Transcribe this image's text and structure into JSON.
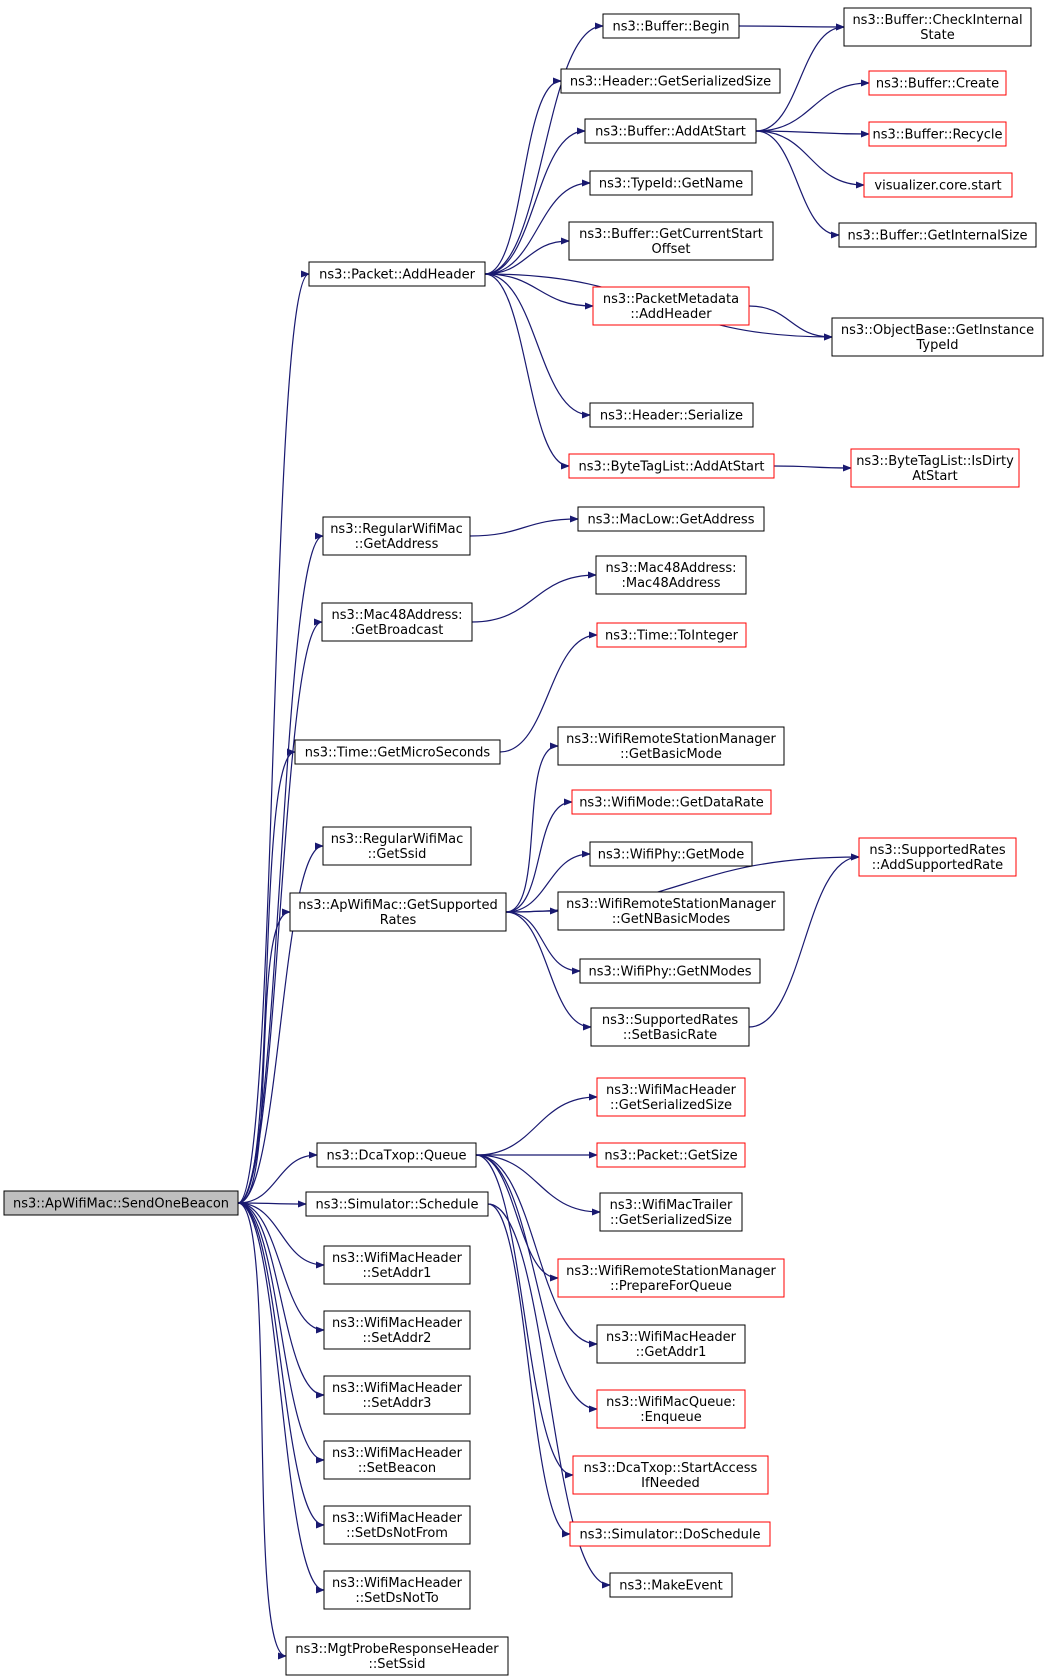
{
  "nodes": [
    {
      "id": "n0",
      "label": [
        "ns3::ApWifiMac::SendOneBeacon"
      ],
      "border": "black",
      "fill": "#bfbfbf"
    },
    {
      "id": "n1",
      "label": [
        "ns3::Packet::AddHeader"
      ],
      "border": "black"
    },
    {
      "id": "n2",
      "label": [
        "ns3::RegularWifiMac",
        "::GetAddress"
      ],
      "border": "black"
    },
    {
      "id": "n3",
      "label": [
        "ns3::Mac48Address:",
        ":GetBroadcast"
      ],
      "border": "black"
    },
    {
      "id": "n4",
      "label": [
        "ns3::Time::GetMicroSeconds"
      ],
      "border": "black"
    },
    {
      "id": "n5",
      "label": [
        "ns3::RegularWifiMac",
        "::GetSsid"
      ],
      "border": "black"
    },
    {
      "id": "n6",
      "label": [
        "ns3::ApWifiMac::GetSupported",
        "Rates"
      ],
      "border": "black"
    },
    {
      "id": "n7",
      "label": [
        "ns3::DcaTxop::Queue"
      ],
      "border": "black"
    },
    {
      "id": "n8",
      "label": [
        "ns3::Simulator::Schedule"
      ],
      "border": "black"
    },
    {
      "id": "n9",
      "label": [
        "ns3::WifiMacHeader",
        "::SetAddr1"
      ],
      "border": "black"
    },
    {
      "id": "n10",
      "label": [
        "ns3::WifiMacHeader",
        "::SetAddr2"
      ],
      "border": "black"
    },
    {
      "id": "n11",
      "label": [
        "ns3::WifiMacHeader",
        "::SetAddr3"
      ],
      "border": "black"
    },
    {
      "id": "n12",
      "label": [
        "ns3::WifiMacHeader",
        "::SetBeacon"
      ],
      "border": "black"
    },
    {
      "id": "n13",
      "label": [
        "ns3::WifiMacHeader",
        "::SetDsNotFrom"
      ],
      "border": "black"
    },
    {
      "id": "n14",
      "label": [
        "ns3::WifiMacHeader",
        "::SetDsNotTo"
      ],
      "border": "black"
    },
    {
      "id": "n15",
      "label": [
        "ns3::MgtProbeResponseHeader",
        "::SetSsid"
      ],
      "border": "black"
    },
    {
      "id": "m0",
      "label": [
        "ns3::Buffer::Begin"
      ],
      "border": "black"
    },
    {
      "id": "m1",
      "label": [
        "ns3::Header::GetSerializedSize"
      ],
      "border": "black"
    },
    {
      "id": "m2",
      "label": [
        "ns3::Buffer::AddAtStart"
      ],
      "border": "black"
    },
    {
      "id": "m3",
      "label": [
        "ns3::TypeId::GetName"
      ],
      "border": "black"
    },
    {
      "id": "m4",
      "label": [
        "ns3::Buffer::GetCurrentStart",
        "Offset"
      ],
      "border": "black"
    },
    {
      "id": "m5",
      "label": [
        "ns3::PacketMetadata",
        "::AddHeader"
      ],
      "border": "red"
    },
    {
      "id": "m6",
      "label": [
        "ns3::Header::Serialize"
      ],
      "border": "black"
    },
    {
      "id": "m7",
      "label": [
        "ns3::ByteTagList::AddAtStart"
      ],
      "border": "red"
    },
    {
      "id": "m8",
      "label": [
        "ns3::MacLow::GetAddress"
      ],
      "border": "black"
    },
    {
      "id": "m9",
      "label": [
        "ns3::Mac48Address:",
        ":Mac48Address"
      ],
      "border": "black"
    },
    {
      "id": "m10",
      "label": [
        "ns3::Time::ToInteger"
      ],
      "border": "red"
    },
    {
      "id": "m11",
      "label": [
        "ns3::WifiRemoteStationManager",
        "::GetBasicMode"
      ],
      "border": "black"
    },
    {
      "id": "m12",
      "label": [
        "ns3::WifiMode::GetDataRate"
      ],
      "border": "red"
    },
    {
      "id": "m13",
      "label": [
        "ns3::WifiPhy::GetMode"
      ],
      "border": "black"
    },
    {
      "id": "m14",
      "label": [
        "ns3::WifiRemoteStationManager",
        "::GetNBasicModes"
      ],
      "border": "black"
    },
    {
      "id": "m15",
      "label": [
        "ns3::WifiPhy::GetNModes"
      ],
      "border": "black"
    },
    {
      "id": "m16",
      "label": [
        "ns3::SupportedRates",
        "::SetBasicRate"
      ],
      "border": "black"
    },
    {
      "id": "m17",
      "label": [
        "ns3::WifiMacHeader",
        "::GetSerializedSize"
      ],
      "border": "red"
    },
    {
      "id": "m18",
      "label": [
        "ns3::Packet::GetSize"
      ],
      "border": "red"
    },
    {
      "id": "m19",
      "label": [
        "ns3::WifiMacTrailer",
        "::GetSerializedSize"
      ],
      "border": "black"
    },
    {
      "id": "m20",
      "label": [
        "ns3::WifiRemoteStationManager",
        "::PrepareForQueue"
      ],
      "border": "red"
    },
    {
      "id": "m21",
      "label": [
        "ns3::WifiMacHeader",
        "::GetAddr1"
      ],
      "border": "black"
    },
    {
      "id": "m22",
      "label": [
        "ns3::WifiMacQueue:",
        ":Enqueue"
      ],
      "border": "red"
    },
    {
      "id": "m23",
      "label": [
        "ns3::DcaTxop::StartAccess",
        "IfNeeded"
      ],
      "border": "red"
    },
    {
      "id": "m24",
      "label": [
        "ns3::Simulator::DoSchedule"
      ],
      "border": "red"
    },
    {
      "id": "m25",
      "label": [
        "ns3::MakeEvent"
      ],
      "border": "black"
    },
    {
      "id": "r0",
      "label": [
        "ns3::Buffer::CheckInternal",
        "State"
      ],
      "border": "black"
    },
    {
      "id": "r1",
      "label": [
        "ns3::Buffer::Create"
      ],
      "border": "red"
    },
    {
      "id": "r2",
      "label": [
        "ns3::Buffer::Recycle"
      ],
      "border": "red"
    },
    {
      "id": "r3",
      "label": [
        "visualizer.core.start"
      ],
      "border": "red"
    },
    {
      "id": "r4",
      "label": [
        "ns3::Buffer::GetInternalSize"
      ],
      "border": "black"
    },
    {
      "id": "r5",
      "label": [
        "ns3::ObjectBase::GetInstance",
        "TypeId"
      ],
      "border": "black"
    },
    {
      "id": "r6",
      "label": [
        "ns3::ByteTagList::IsDirty",
        "AtStart"
      ],
      "border": "red"
    },
    {
      "id": "r7",
      "label": [
        "ns3::SupportedRates",
        "::AddSupportedRate"
      ],
      "border": "red"
    }
  ],
  "edges": [
    [
      "n0",
      "n1"
    ],
    [
      "n0",
      "n2"
    ],
    [
      "n0",
      "n3"
    ],
    [
      "n0",
      "n4"
    ],
    [
      "n0",
      "n5"
    ],
    [
      "n0",
      "n6"
    ],
    [
      "n0",
      "n7"
    ],
    [
      "n0",
      "n8"
    ],
    [
      "n0",
      "n9"
    ],
    [
      "n0",
      "n10"
    ],
    [
      "n0",
      "n11"
    ],
    [
      "n0",
      "n12"
    ],
    [
      "n0",
      "n13"
    ],
    [
      "n0",
      "n14"
    ],
    [
      "n0",
      "n15"
    ],
    [
      "n1",
      "m0"
    ],
    [
      "n1",
      "m1"
    ],
    [
      "n1",
      "m2"
    ],
    [
      "n1",
      "m3"
    ],
    [
      "n1",
      "m4"
    ],
    [
      "n1",
      "m5"
    ],
    [
      "n1",
      "r5"
    ],
    [
      "n1",
      "m6"
    ],
    [
      "n1",
      "m7"
    ],
    [
      "m0",
      "r0"
    ],
    [
      "m2",
      "r0"
    ],
    [
      "m2",
      "r1"
    ],
    [
      "m2",
      "r2"
    ],
    [
      "m2",
      "r3"
    ],
    [
      "m2",
      "r4"
    ],
    [
      "m5",
      "r5"
    ],
    [
      "m7",
      "r6"
    ],
    [
      "n2",
      "m8"
    ],
    [
      "n3",
      "m9"
    ],
    [
      "n4",
      "m10"
    ],
    [
      "n6",
      "r7"
    ],
    [
      "n6",
      "m11"
    ],
    [
      "n6",
      "m12"
    ],
    [
      "n6",
      "m13"
    ],
    [
      "n6",
      "m14"
    ],
    [
      "n6",
      "m15"
    ],
    [
      "n6",
      "m16"
    ],
    [
      "m16",
      "r7"
    ],
    [
      "n7",
      "m17"
    ],
    [
      "n7",
      "m18"
    ],
    [
      "n7",
      "m19"
    ],
    [
      "n7",
      "m20"
    ],
    [
      "n7",
      "m21"
    ],
    [
      "n7",
      "m22"
    ],
    [
      "n7",
      "m23"
    ],
    [
      "n8",
      "m24"
    ],
    [
      "n8",
      "m25"
    ]
  ],
  "colors": {
    "edge": "#191970",
    "black_border": "#000000",
    "red_border": "#ff0000",
    "root_fill": "#bfbfbf"
  }
}
